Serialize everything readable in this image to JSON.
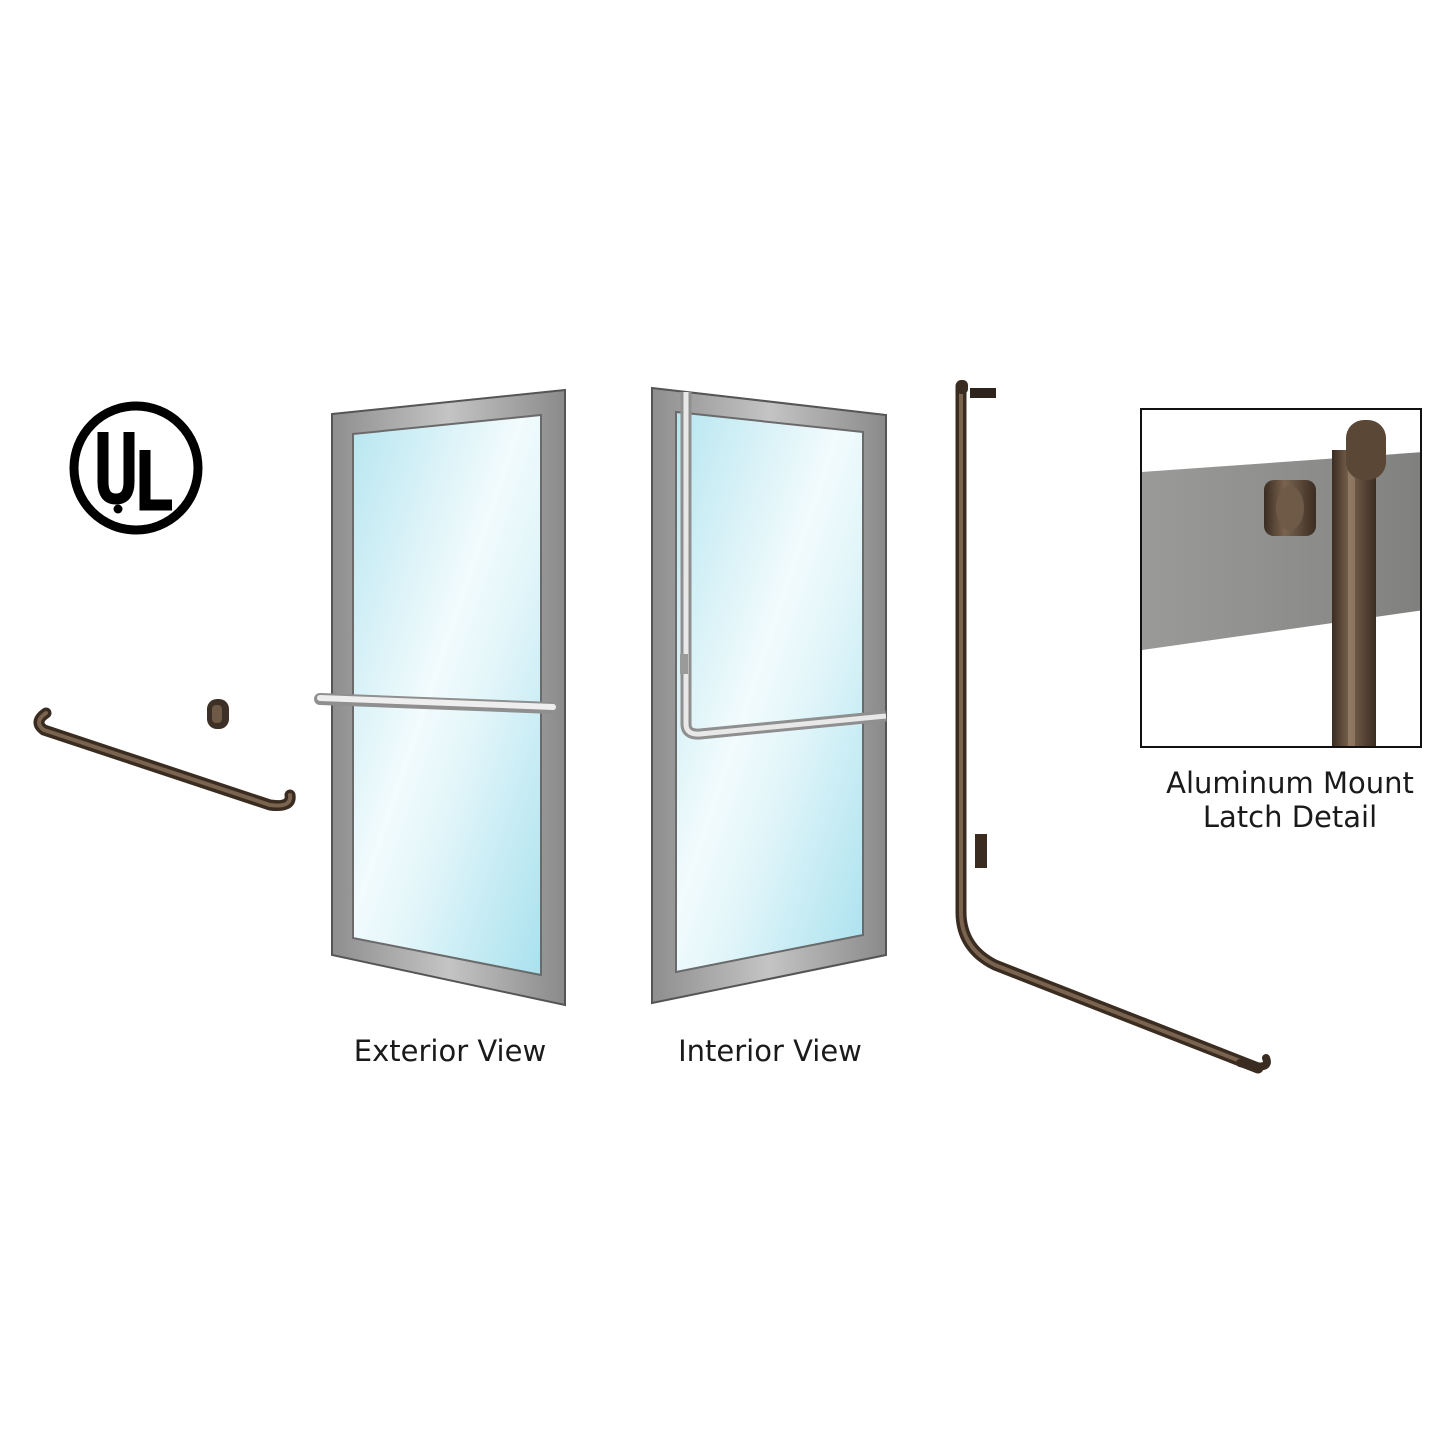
{
  "logo": {
    "text": "UL"
  },
  "captions": {
    "exterior": "Exterior View",
    "interior": "Interior View",
    "detail_line1": "Aluminum Mount",
    "detail_line2": "Latch Detail"
  },
  "colors": {
    "bronze": "#4a3a2c",
    "frame": "#a7a7a7",
    "glass": "#cdeef5",
    "pushbar": "#d9d9d9"
  }
}
